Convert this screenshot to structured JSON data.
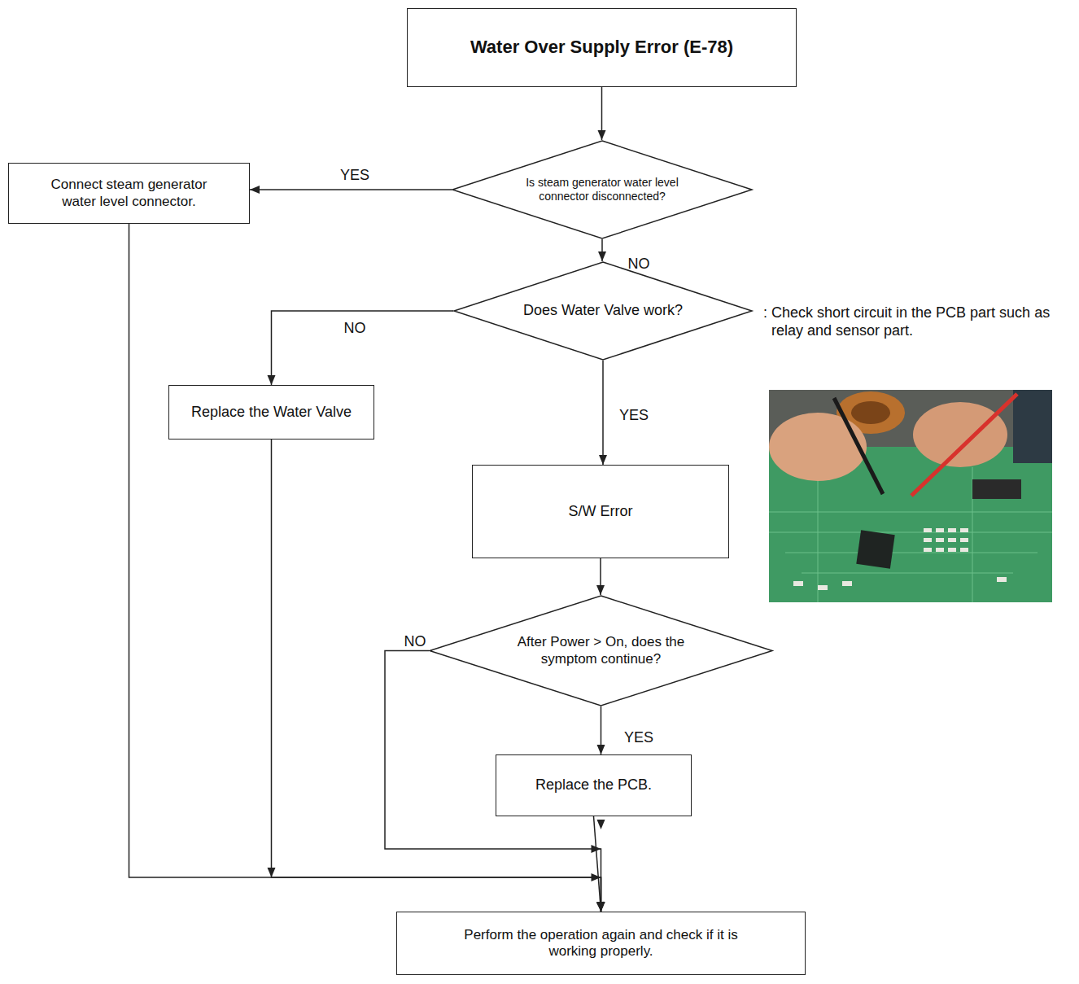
{
  "diagram": {
    "nodes": [
      {
        "text": [
          "Water Over Supply Error (E-78)"
        ]
      },
      {
        "text": [
          "Is steam generator water level connector disconnected?"
        ]
      },
      {
        "text": [
          "Connect steam generator water level connector."
        ]
      },
      {
        "text": [
          "Does Water Valve work?"
        ]
      },
      {
        "text": [
          "Replace the Water Valve"
        ]
      },
      {
        "text": [
          "S/W Error"
        ]
      },
      {
        "text": [
          "After Power > On, does the symptom continue?"
        ]
      },
      {
        "text": [
          "Replace the PCB."
        ]
      },
      {
        "text": [
          "Perform the operation again and check if it is working properly."
        ]
      }
    ],
    "edges": [
      {
        "from": 0,
        "to": 1,
        "arrow": "to"
      },
      {
        "from": 1,
        "to": 2,
        "label": "YES",
        "arrow": "to"
      },
      {
        "from": 1,
        "to": 3,
        "label": "NO",
        "arrow": "to"
      },
      {
        "from": 3,
        "to": 4,
        "label": "NO",
        "arrow": "to"
      },
      {
        "from": 3,
        "to": 5,
        "label": "YES",
        "arrow": "to"
      },
      {
        "from": 5,
        "to": 6,
        "arrow": "to"
      },
      {
        "from": 6,
        "to": 7,
        "label": "YES",
        "arrow": "to"
      },
      {
        "from": 6,
        "to": 8,
        "label": "NO",
        "arrow": "to"
      },
      {
        "from": 7,
        "to": 8,
        "arrow": "to"
      },
      {
        "from": 2,
        "to": 8,
        "arrow": "to"
      },
      {
        "from": 4,
        "to": 8,
        "arrow": "to"
      }
    ],
    "labels": [
      ": Check short circuit in the PCB part such as relay and sensor part."
    ]
  }
}
